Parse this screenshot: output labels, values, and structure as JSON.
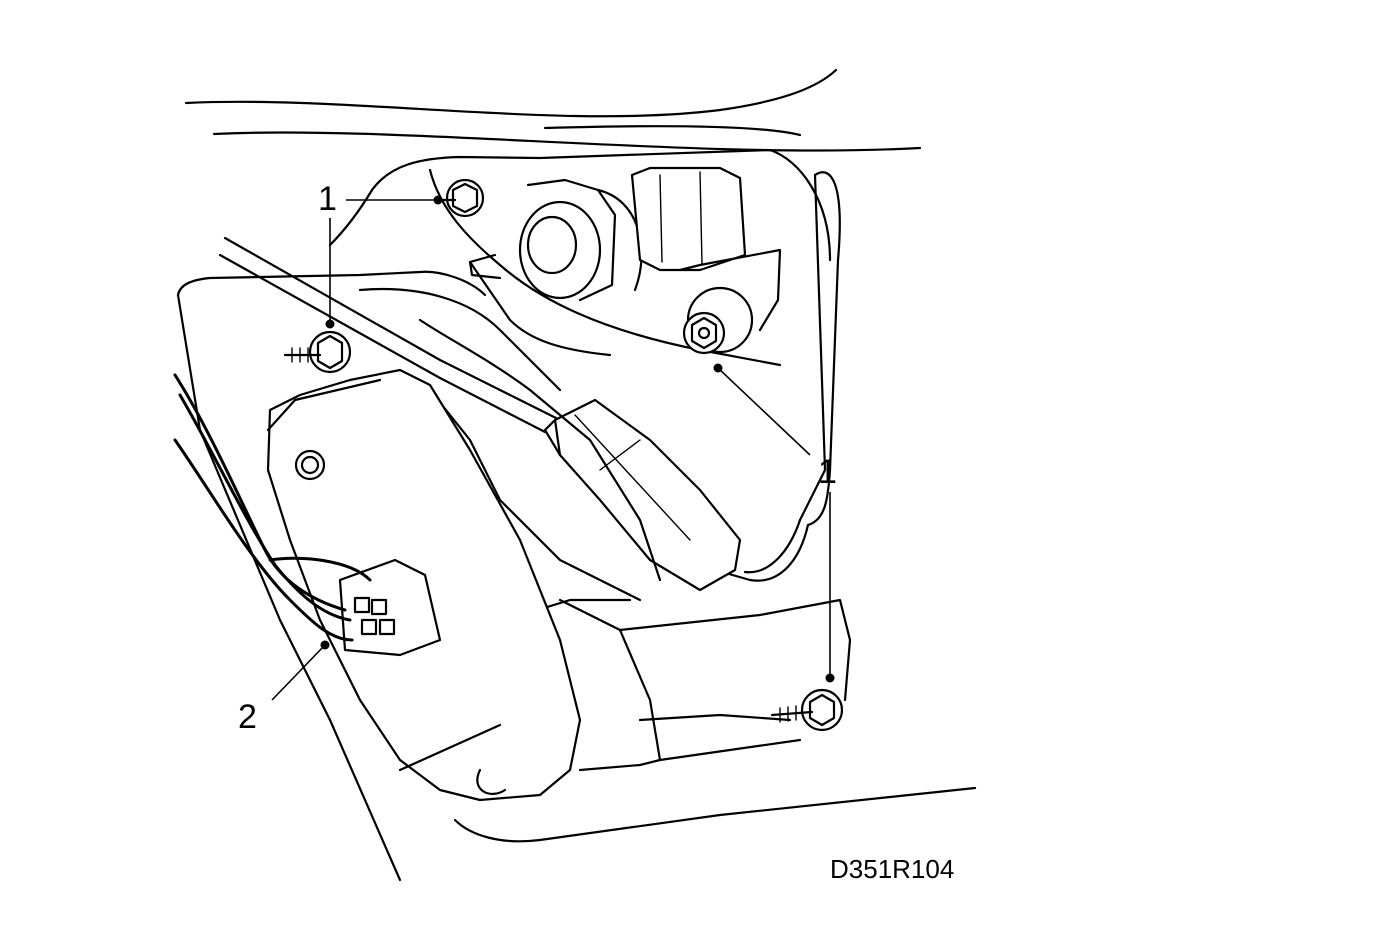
{
  "callouts": {
    "label_1": "1",
    "label_2": "2"
  },
  "figure_code": "D351R104"
}
